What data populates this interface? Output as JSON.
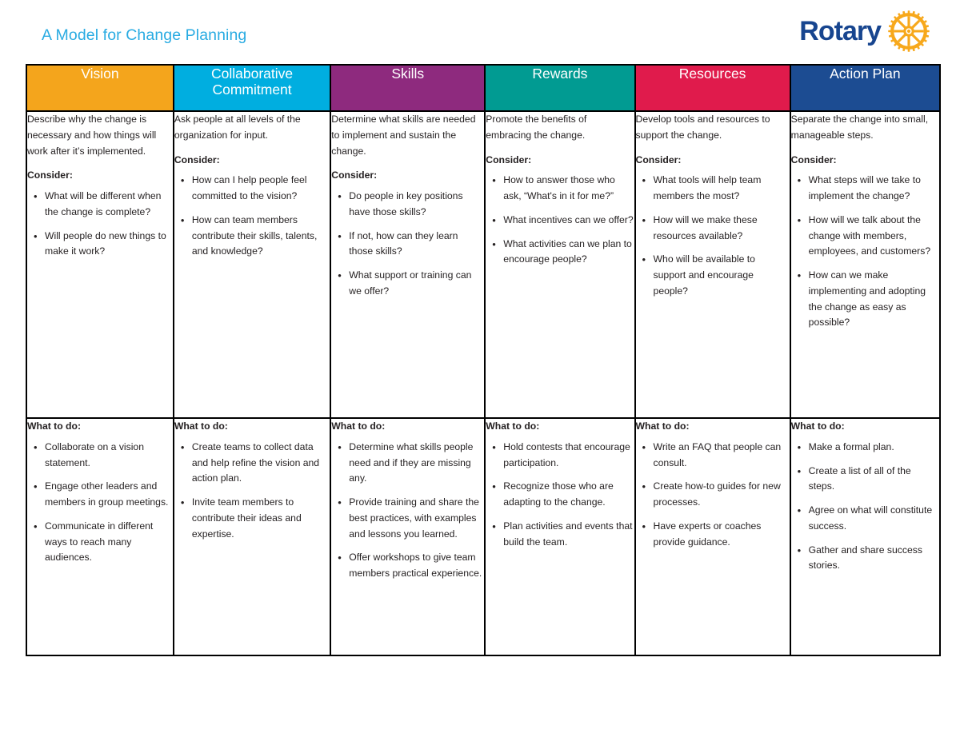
{
  "header": {
    "title": "A Model for Change Planning",
    "logo_text": "Rotary",
    "logo_icon": "rotary-wheel-icon"
  },
  "colors": {
    "title_blue": "#29ABE2",
    "logo_blue": "#17458F",
    "logo_gold": "#F7A81B",
    "vision": "#F4A51C",
    "collaborative_commitment": "#00AEE0",
    "skills": "#8E2A7E",
    "rewards": "#019B92",
    "resources": "#E01B4C",
    "action_plan": "#1C4C92",
    "border": "#000000",
    "text": "#231f20"
  },
  "labels": {
    "consider": "Consider:",
    "what_to_do": "What to do:"
  },
  "columns": [
    {
      "id": "vision",
      "title": "Vision",
      "intro": "Describe why the change is necessary and how things will work after it’s implemented.",
      "consider": [
        "What will be different when the change is complete?",
        "Will people do new things to make it work?"
      ],
      "what_to_do": [
        "Collaborate on a vision statement.",
        "Engage other leaders and members in group meetings.",
        "Communicate in different ways to reach many audiences."
      ]
    },
    {
      "id": "collaborative-commitment",
      "title": "Collaborative Commitment",
      "intro": "Ask people at all levels of the organization for input.",
      "consider": [
        "How can I help people feel committed to the vision?",
        "How can team members contribute their skills, talents, and knowledge?"
      ],
      "what_to_do": [
        "Create teams to collect data and help refine the vision and action plan.",
        "Invite team members to contribute their ideas and expertise."
      ]
    },
    {
      "id": "skills",
      "title": "Skills",
      "intro": "Determine what skills are needed to implement and sustain the change.",
      "consider": [
        "Do people in key positions have those skills?",
        "If not, how can they learn those skills?",
        "What support or training can we offer?"
      ],
      "what_to_do": [
        "Determine what skills people need and if they are missing any.",
        "Provide training and share the best practices, with examples and lessons you learned.",
        "Offer workshops to give team members practical experience."
      ]
    },
    {
      "id": "rewards",
      "title": "Rewards",
      "intro": "Promote the benefits of embracing the change.",
      "consider": [
        "How to answer those who ask, “What's in it for me?”",
        "What incentives can we offer?",
        "What activities can we plan to encourage people?"
      ],
      "what_to_do": [
        "Hold contests that encourage participation.",
        "Recognize those who are adapting to the change.",
        "Plan activities and events that build the team."
      ]
    },
    {
      "id": "resources",
      "title": "Resources",
      "intro": "Develop tools and resources to support the change.",
      "consider": [
        "What tools will help team members the most?",
        "How will we make these resources available?",
        "Who will be available to support and encourage people?"
      ],
      "what_to_do": [
        "Write an FAQ that people can consult.",
        "Create how-to guides for new processes.",
        "Have experts or coaches provide guidance."
      ]
    },
    {
      "id": "action-plan",
      "title": "Action Plan",
      "intro": "Separate the change into small, manageable steps.",
      "consider": [
        "What steps will we take to implement the change?",
        "How will we talk about the change with members, employees, and customers?",
        "How can we make implementing and adopting the change as easy as possible?"
      ],
      "what_to_do": [
        "Make a formal plan.",
        "Create a list of all of the steps.",
        "Agree on what will constitute success.",
        "Gather and share success stories."
      ]
    }
  ]
}
